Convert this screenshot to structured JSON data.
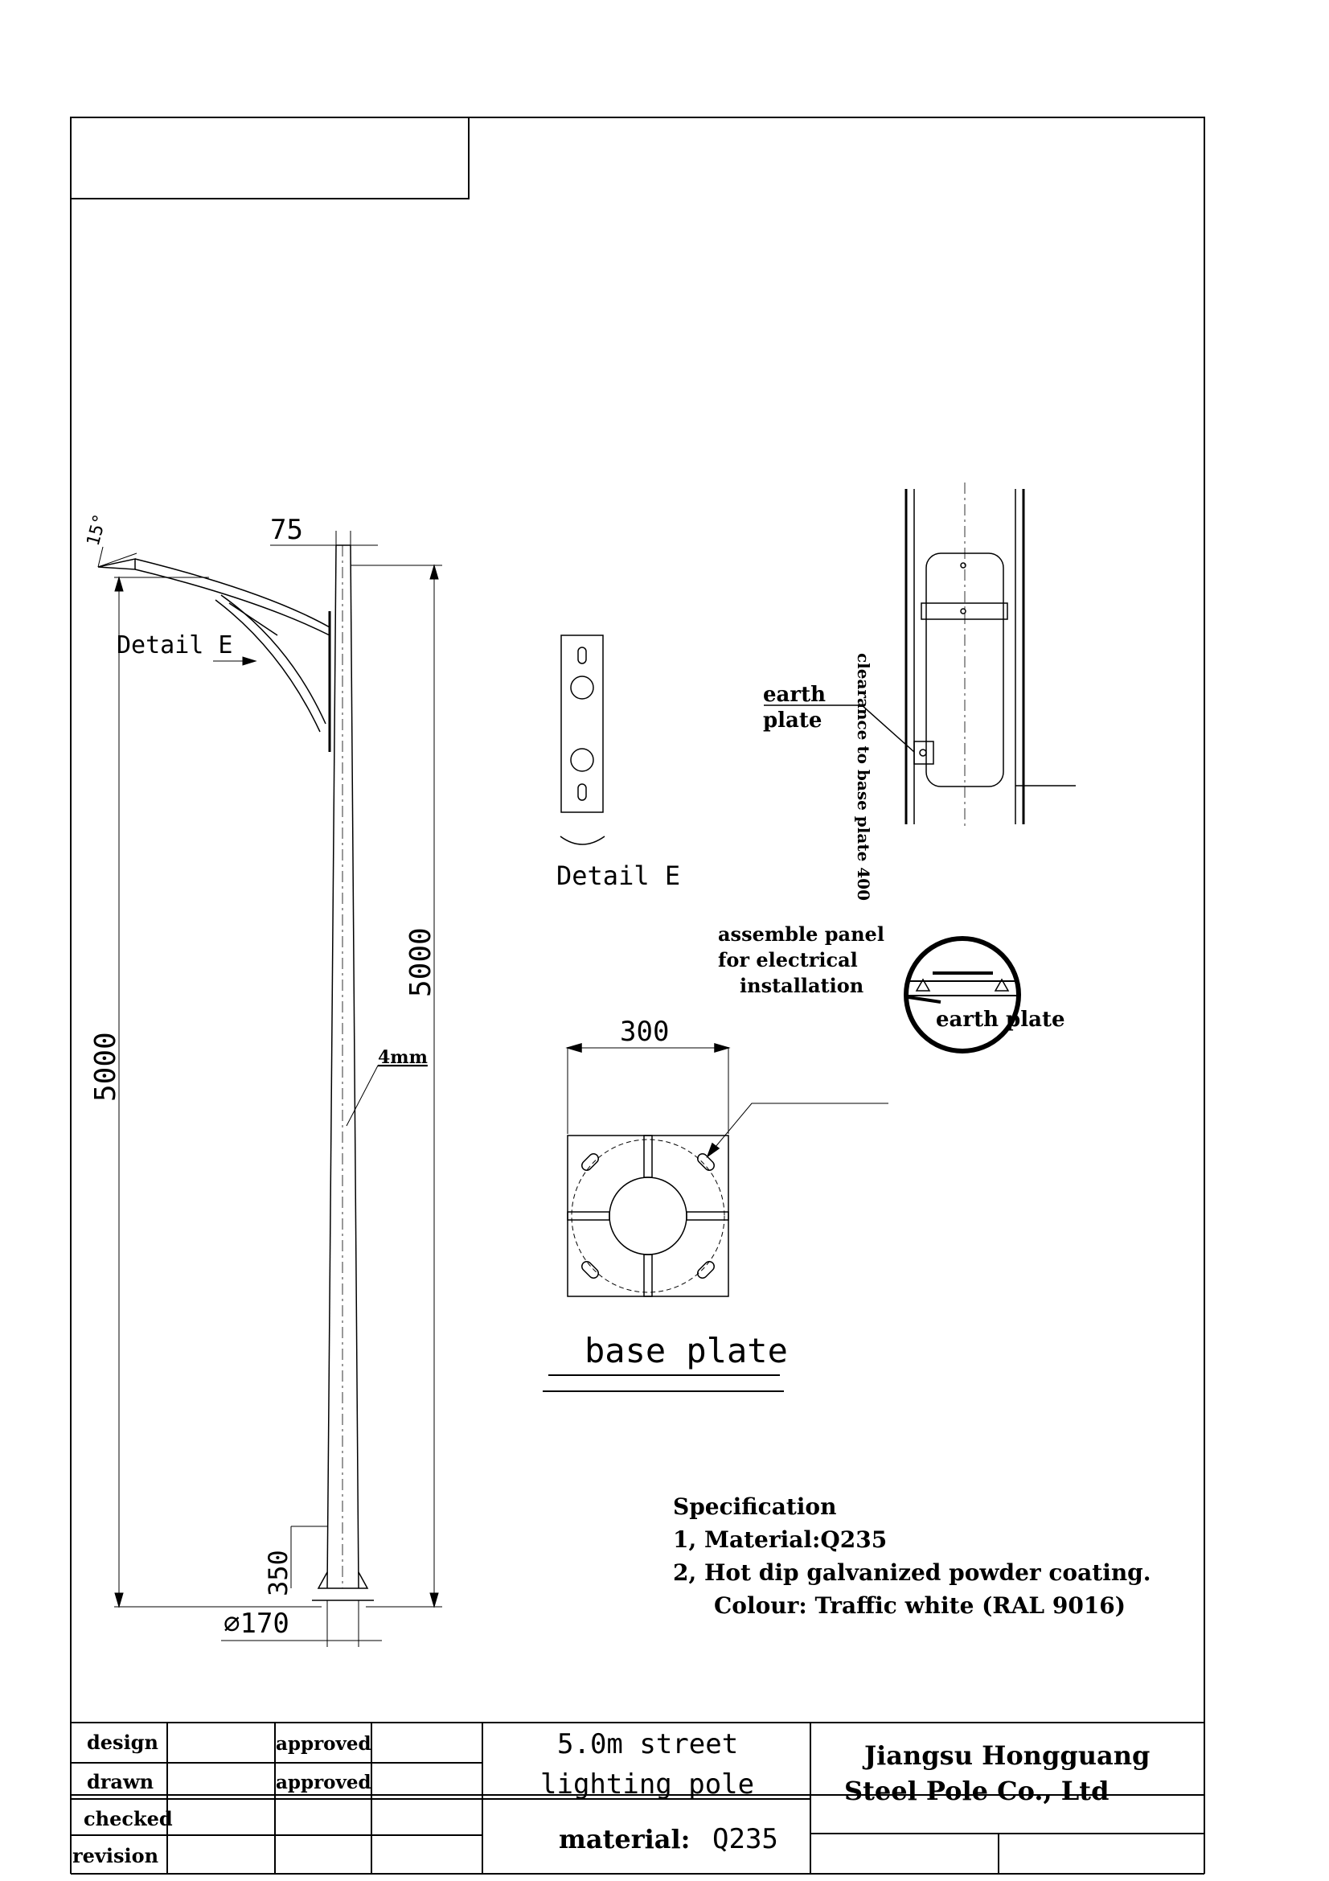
{
  "drawing": {
    "side_view": {
      "arm_angle": "15°",
      "top_diameter": "75",
      "detail_label": "Detail E",
      "height_left": "5000",
      "height_right": "5000",
      "wall_thickness": "4mm",
      "door_height": "350",
      "base_diameter": "⌀170"
    },
    "detail_e": {
      "label": "Detail E"
    },
    "door_detail": {
      "earth_plate_label_1": "earth",
      "earth_plate_label_2": "plate",
      "clearance_note": "clearance to base plate 400"
    },
    "section_view": {
      "panel_note_1": "assemble panel",
      "panel_note_2": "for electrical",
      "panel_note_3": "installation",
      "earth_plate_label": "earth plate"
    },
    "base_plate": {
      "width": "300",
      "title": "base plate"
    },
    "specification": {
      "heading": "Specification",
      "line_1": "1, Material:Q235",
      "line_2": "2, Hot dip galvanized powder coating.",
      "line_3": "Colour: Traffic white (RAL 9016)"
    }
  },
  "title_block": {
    "design": "design",
    "drawn": "drawn",
    "checked": "checked",
    "revision": "revision",
    "approved_1": "approved",
    "approved_2": "approved",
    "title_line_1": "5.0m street",
    "title_line_2": "lighting pole",
    "material_label": "material:",
    "material_value": "Q235",
    "company_line_1": "Jiangsu Hongguang",
    "company_line_2": "Steel Pole Co., Ltd"
  }
}
